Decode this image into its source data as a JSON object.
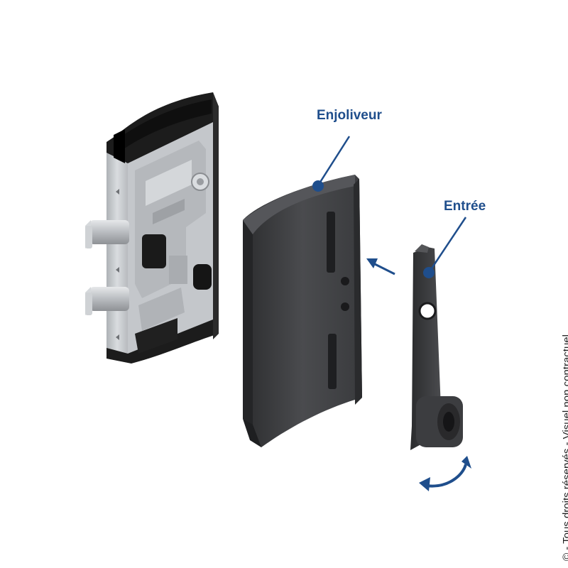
{
  "labels": {
    "enjoliveur": "Enjoliveur",
    "entree": "Entrée"
  },
  "copyright": "© - Tous droits réservés - Visuel non contractuel",
  "colors": {
    "label": "#1f4e8c",
    "part_dark": "#3a3b3d",
    "lock_frame": "#1c1c1c",
    "lock_plate": "#c9cccf"
  }
}
